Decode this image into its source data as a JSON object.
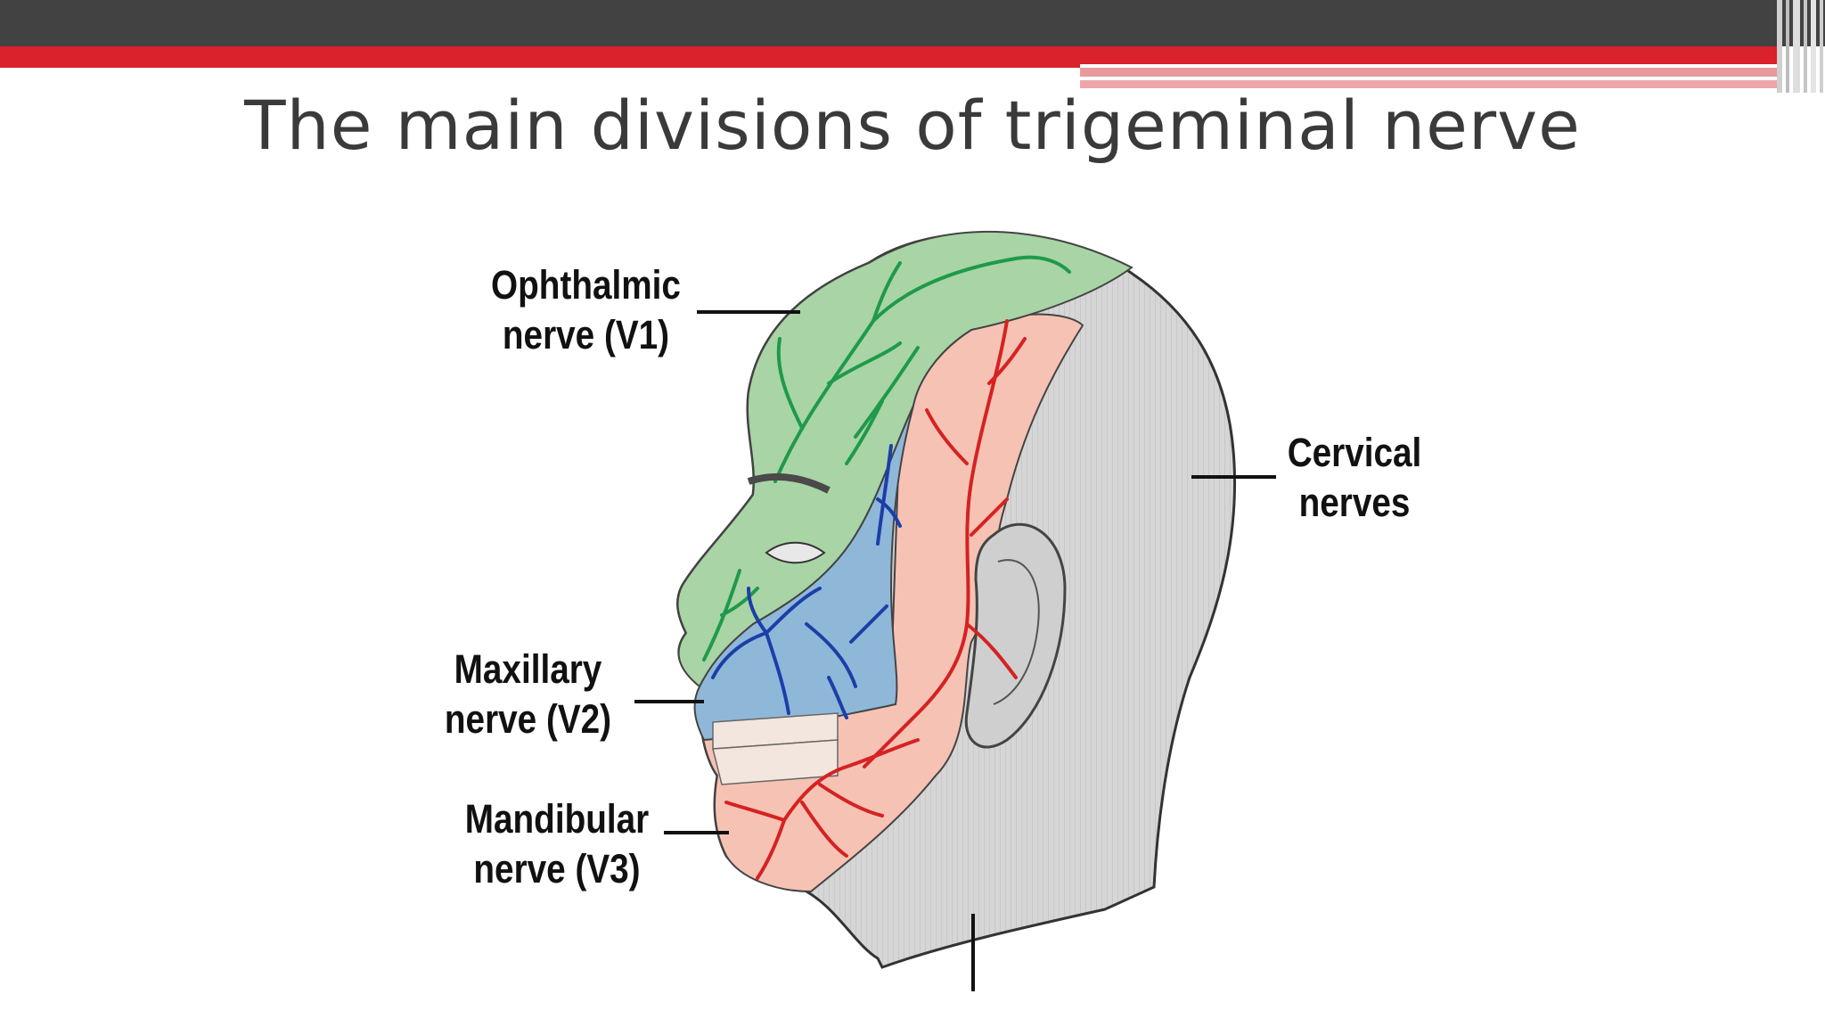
{
  "slide": {
    "title": "The main divisions of trigeminal nerve"
  },
  "diagram": {
    "labels": {
      "v1_line1": "Ophthalmic",
      "v1_line2": "nerve (V1)",
      "v2_line1": "Maxillary",
      "v2_line2": "nerve (V2)",
      "v3_line1": "Mandibular",
      "v3_line2": "nerve (V3)",
      "cervical_line1": "Cervical",
      "cervical_line2": "nerves"
    },
    "colors": {
      "ophthalmic_region": "#a9d4a6",
      "ophthalmic_nerves": "#1f9a4a",
      "maxillary_region": "#8fb8d8",
      "maxillary_nerves": "#1d3ea8",
      "mandibular_region": "#f6c2b4",
      "mandibular_nerves": "#d52222",
      "cervical_region": "#d4d4d4"
    }
  },
  "theme": {
    "top_bar": "#424242",
    "accent_red": "#d9222b",
    "accent_pink": "#e79a9c"
  }
}
